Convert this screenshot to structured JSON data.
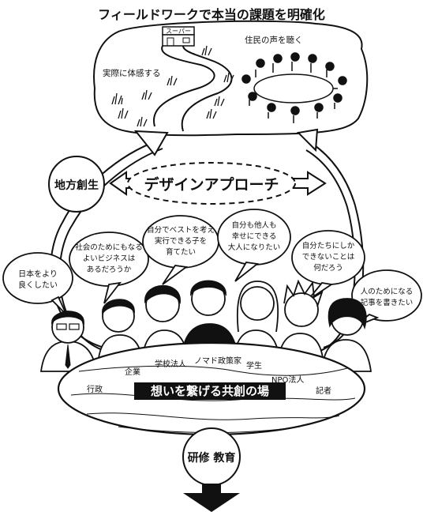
{
  "title": "フィールドワークで本当の課題を明確化",
  "field_left": {
    "store_sign": "スーパー",
    "caption": "実際に体感する"
  },
  "field_right": {
    "caption": "住民の声を聴く"
  },
  "left_hub": "地方創生",
  "center_banner": "デザインアプローチ",
  "bubbles": [
    {
      "lines": [
        "日本をより",
        "良くしたい"
      ]
    },
    {
      "lines": [
        "社会のためにもなる",
        "よいビジネスは",
        "あるだろうか"
      ]
    },
    {
      "lines": [
        "自分でベストを考え",
        "実行できる子を",
        "育てたい"
      ]
    },
    {
      "lines": [
        "自分も他人も",
        "幸せにできる",
        "大人になりたい"
      ]
    },
    {
      "lines": [
        "自分たちにしか",
        "できないことは",
        "何だろう"
      ]
    },
    {
      "lines": [
        "人のためになる",
        "記事を書きたい"
      ]
    }
  ],
  "roles": [
    "行政",
    "企業",
    "学校法人",
    "ノマド政策家",
    "学生",
    "NPO法人",
    "記者"
  ],
  "table_banner": "想いを繋げる共創の場",
  "bottom_hub": "研修 教育"
}
